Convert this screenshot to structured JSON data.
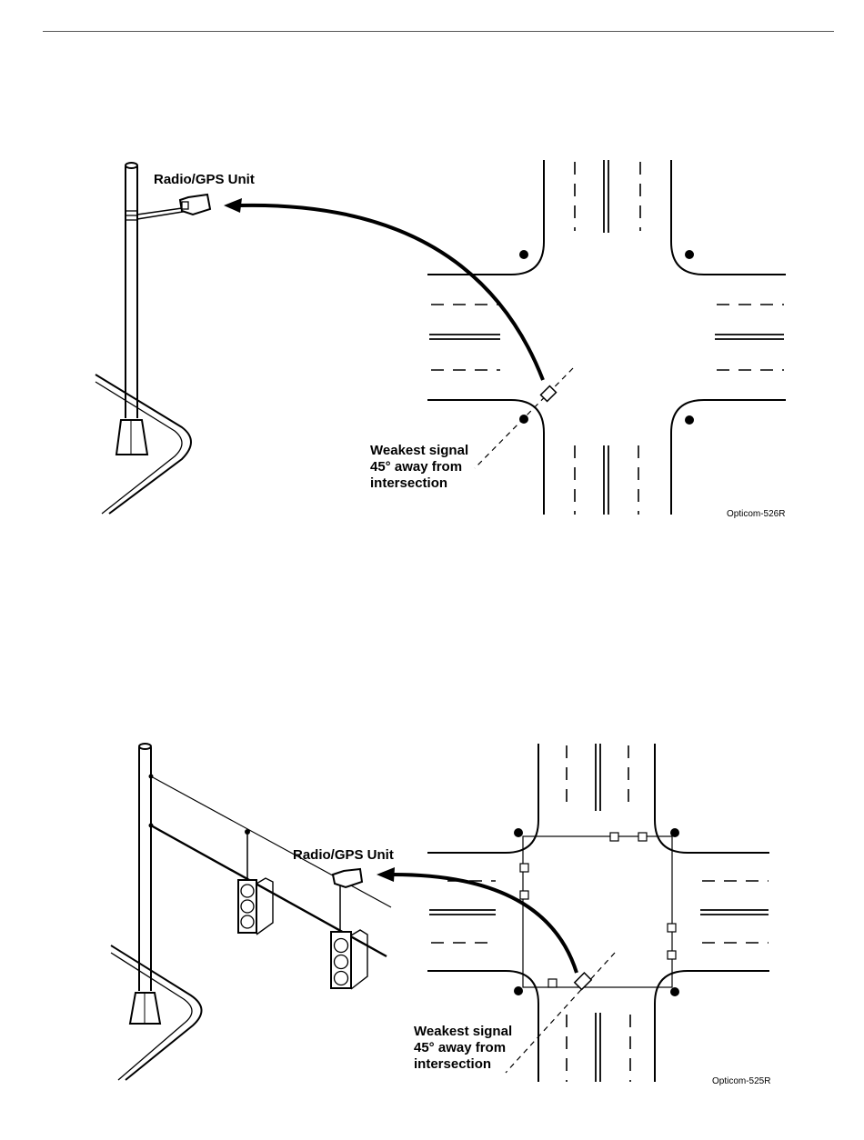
{
  "figures": [
    {
      "unit_label": "Radio/GPS Unit",
      "weak_signal_lines": [
        "Weakest signal",
        "45° away from",
        "intersection"
      ],
      "code": "Opticom-526R"
    },
    {
      "unit_label": "Radio/GPS Unit",
      "weak_signal_lines": [
        "Weakest signal",
        "45° away from",
        "intersection"
      ],
      "code": "Opticom-525R"
    }
  ]
}
